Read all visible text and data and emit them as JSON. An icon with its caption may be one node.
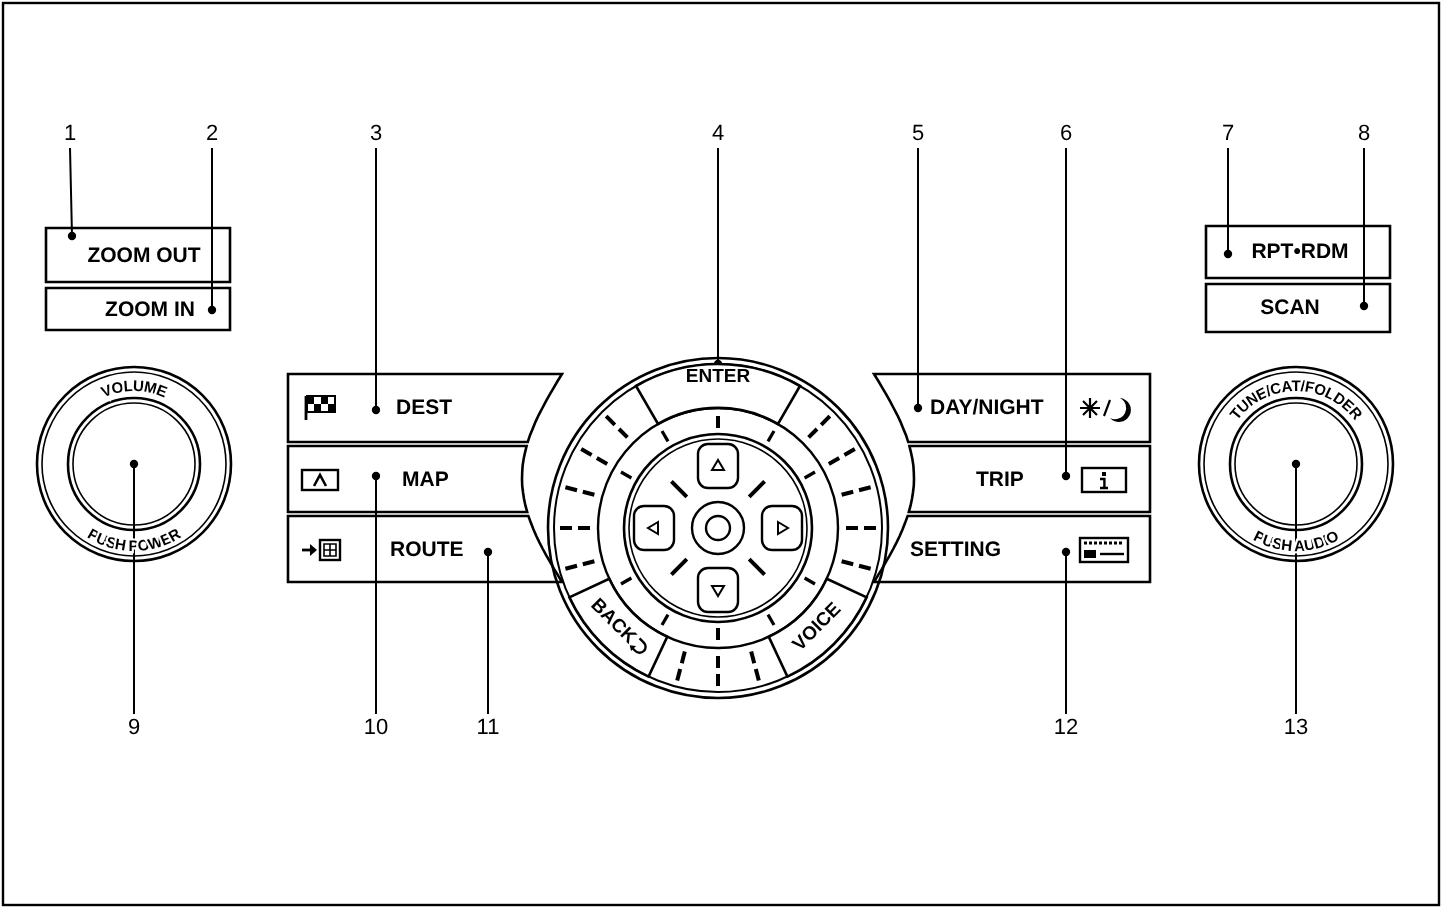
{
  "diagram": {
    "nodes": [
      {
        "text": [
          "1"
        ]
      },
      {
        "text": [
          "2"
        ]
      },
      {
        "text": [
          "3"
        ]
      },
      {
        "text": [
          "4"
        ]
      },
      {
        "text": [
          "5"
        ]
      },
      {
        "text": [
          "6"
        ]
      },
      {
        "text": [
          "7"
        ]
      },
      {
        "text": [
          "8"
        ]
      },
      {
        "text": [
          "ZOOM OUT"
        ]
      },
      {
        "text": [
          "ZOOM IN"
        ]
      },
      {
        "text": [
          "RPT•RDM"
        ]
      },
      {
        "text": [
          "DEST"
        ]
      },
      {
        "text": [
          "ENTER"
        ]
      },
      {
        "text": [
          "DAY/NIGHT"
        ]
      },
      {
        "text": [
          "SCAN"
        ]
      },
      {
        "text": [
          "VOLUME",
          "PUSH POWER"
        ]
      },
      {
        "text": [
          "MAP"
        ]
      },
      {
        "text": [
          "TRIP"
        ]
      },
      {
        "text": [
          "TUNE/CAT/FOLDER",
          "PUSH AUDIO"
        ]
      },
      {
        "text": [
          "ROUTE"
        ]
      },
      {
        "text": [
          "SETTING"
        ]
      },
      {
        "text": [
          "BACK"
        ]
      },
      {
        "text": [
          "VOICE"
        ]
      },
      {
        "text": [
          "9"
        ]
      },
      {
        "text": [
          "10"
        ]
      },
      {
        "text": [
          "11"
        ]
      },
      {
        "text": [
          "12"
        ]
      },
      {
        "text": [
          "13"
        ]
      }
    ],
    "edges": [
      {
        "from": 0,
        "to": 8,
        "arrow": "other"
      },
      {
        "from": 1,
        "to": 9,
        "arrow": "other"
      },
      {
        "from": 2,
        "to": 11,
        "arrow": "other"
      },
      {
        "from": 3,
        "to": 12,
        "arrow": "other"
      },
      {
        "from": 4,
        "to": 13,
        "arrow": "other"
      },
      {
        "from": 5,
        "to": 17,
        "arrow": "other"
      },
      {
        "from": 6,
        "to": 10,
        "arrow": "other"
      },
      {
        "from": 7,
        "to": 14,
        "arrow": "other"
      },
      {
        "from": 23,
        "to": 15,
        "arrow": "other"
      },
      {
        "from": 24,
        "to": 16,
        "arrow": "other"
      },
      {
        "from": 25,
        "to": 19,
        "arrow": "other"
      },
      {
        "from": 26,
        "to": 20,
        "arrow": "other"
      },
      {
        "from": 27,
        "to": 18,
        "arrow": "other"
      }
    ]
  }
}
